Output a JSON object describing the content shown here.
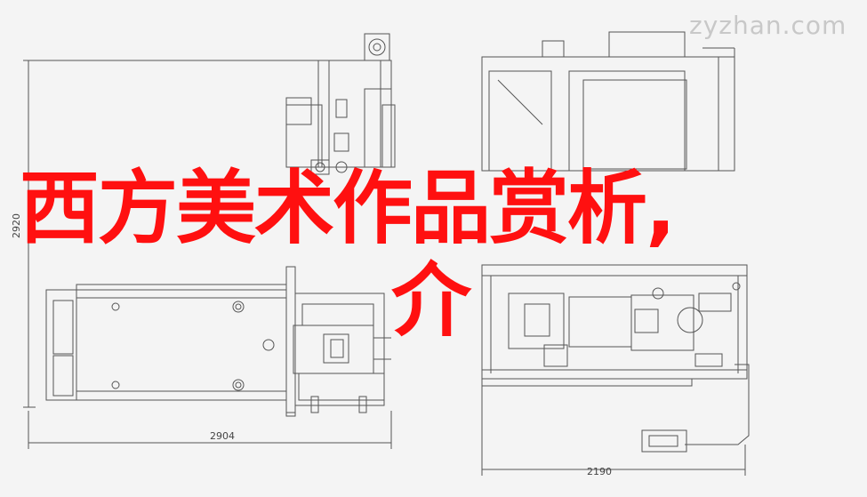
{
  "watermark": "zyzhan.com",
  "overlay": {
    "title_line1": "西方美术作品赏析,",
    "title_line2": "介"
  },
  "dimensions": {
    "left_height": "2920",
    "left_width": "2904",
    "right_width": "2190"
  },
  "colors": {
    "title": "#ff1010",
    "line": "#555555",
    "background": "#f4f4f4"
  }
}
